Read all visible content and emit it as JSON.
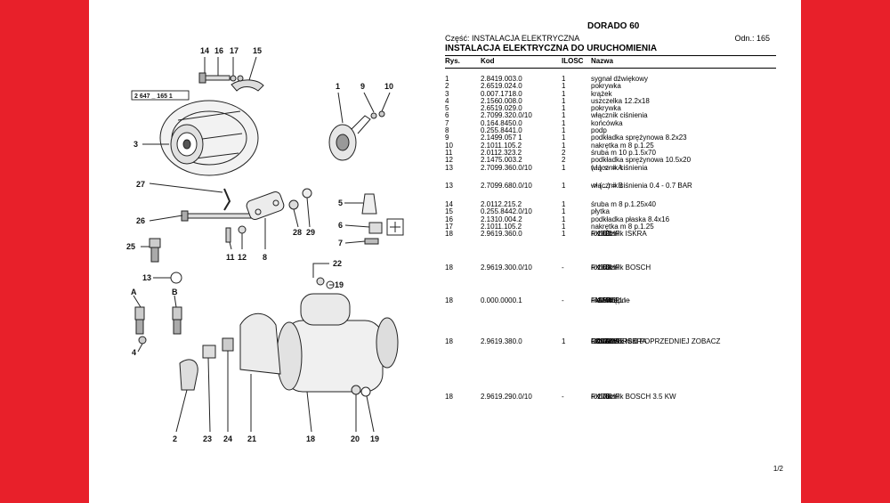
{
  "doc_title": "DORADO 60",
  "section_label": "Część: INSTALACJA ELEKTRYCZNA",
  "page_label": "Odn.: 165",
  "subtitle": "INSTALACJA ELEKTRYCZNA DO URUCHOMIENIA",
  "columns": {
    "rys": "Rys.",
    "kod": "Kod",
    "ilosc": "ILOSC",
    "nazwa": "Nazwa"
  },
  "diagram": {
    "ref_code": "2 647 _ 165 1",
    "callouts": [
      "14",
      "16",
      "17",
      "15",
      "1",
      "9",
      "10",
      "3",
      "27",
      "26",
      "25",
      "5",
      "6",
      "7",
      "11",
      "12",
      "8",
      "28",
      "29",
      "22",
      "13",
      "A",
      "B",
      "19",
      "4",
      "2",
      "23",
      "24",
      "21",
      "18",
      "20",
      "19"
    ]
  },
  "rows": [
    {
      "rys": "1",
      "kod": "2.8419.003.0",
      "ilosc": "1",
      "nazwa": [
        "sygnał dźwiękowy"
      ]
    },
    {
      "rys": "2",
      "kod": "2.6519.024.0",
      "ilosc": "1",
      "nazwa": [
        "pokrywka"
      ]
    },
    {
      "rys": "3",
      "kod": "0.007.1718.0",
      "ilosc": "1",
      "nazwa": [
        "krążek"
      ]
    },
    {
      "rys": "4",
      "kod": "2.1560.008.0",
      "ilosc": "1",
      "nazwa": [
        "uszczelka 12.2x18"
      ]
    },
    {
      "rys": "5",
      "kod": "2.6519.029.0",
      "ilosc": "1",
      "nazwa": [
        "pokrywka"
      ]
    },
    {
      "rys": "6",
      "kod": "2.7099.320.0/10",
      "ilosc": "1",
      "nazwa": [
        "włącznik ciśnienia"
      ]
    },
    {
      "rys": "7",
      "kod": "0.164.8450.0",
      "ilosc": "1",
      "nazwa": [
        "końcówka"
      ]
    },
    {
      "rys": "8",
      "kod": "0.255.8441.0",
      "ilosc": "1",
      "nazwa": [
        "podp"
      ]
    },
    {
      "rys": "9",
      "kod": "2.1499.057 1",
      "ilosc": "1",
      "nazwa": [
        "podkładka sprężynowa 8.2x23"
      ]
    },
    {
      "rys": "10",
      "kod": "2.1011.105.2",
      "ilosc": "1",
      "nazwa": [
        "nakrętka m 8 p.1.25"
      ]
    },
    {
      "rys": "11",
      "kod": "2.0112.323.2",
      "ilosc": "2",
      "nazwa": [
        "śruba m 10 p.1.5x70"
      ]
    },
    {
      "rys": "12",
      "kod": "2.1475.003.2",
      "ilosc": "2",
      "nazwa": [
        "podkładka sprężynowa 10.5x20"
      ]
    },
    {
      "rys": "13",
      "kod": "2.7099.360.0/10",
      "ilosc": "1",
      "nazwa": [
        "włącznik ciśnienia",
        "(...) <- = A"
      ]
    },
    {
      "rys": "13",
      "kod": "2.7099.680.0/10",
      "ilosc": "1",
      "nazwa": [
        "włącznik ciśnienia 0.4 - 0.7 BAR",
        "-> (...) = B"
      ]
    },
    {
      "rys": "14",
      "kod": "2.0112.215.2",
      "ilosc": "1",
      "nazwa": [
        "śruba m 8 p.1.25x40"
      ]
    },
    {
      "rys": "15",
      "kod": "0.255.8442.0/10",
      "ilosc": "1",
      "nazwa": [
        "płytka"
      ]
    },
    {
      "rys": "16",
      "kod": "2.1310.004.2",
      "ilosc": "1",
      "nazwa": [
        "podkładka płaska 8.4x16"
      ]
    },
    {
      "rys": "17",
      "kod": "2.1011.105.2",
      "ilosc": "1",
      "nazwa": [
        "nakrętka m 8 p.1.25"
      ]
    },
    {
      "rys": "18",
      "kod": "2.9619.360.0",
      "ilosc": "1",
      "nazwa": [
        "rozrusznik ISKRA",
        "☞ 172",
        "- X 60HP",
        "F 172"
      ]
    },
    {
      "rys": "18",
      "kod": "2.9619.300.0/10",
      "ilosc": "-",
      "nazwa": [
        "rozrusznik BOSCH",
        "☞ 173",
        "- X 60HP",
        "F 173"
      ]
    },
    {
      "rys": "18",
      "kod": "0.000.0000.1",
      "ilosc": "-",
      "nazwa": [
        "niedostępne",
        "☞ 174",
        "- MARELLI -",
        "- X 60HP",
        "F 174"
      ]
    },
    {
      "rys": "18",
      "kod": "2.9619.380.0",
      "ilosc": "1",
      "nazwa": [
        "rozrusznik ISKRA",
        "☞ 175",
        "- X 70HP",
        "F 175/1",
        "- DLA WERSJI POPRZEDNIEJ ZOBACZ",
        "ODNIESIENIE",
        "F 175"
      ]
    },
    {
      "rys": "18",
      "kod": "2.9619.290.0/10",
      "ilosc": "-",
      "nazwa": [
        "rozrusznik BOSCH 3.5 KW",
        "☞ 176",
        "- X 70HP",
        "F 176"
      ]
    }
  ],
  "page_number": "1/2",
  "colors": {
    "frame": "#e8202a",
    "sheet": "#ffffff",
    "ink": "#111111"
  }
}
